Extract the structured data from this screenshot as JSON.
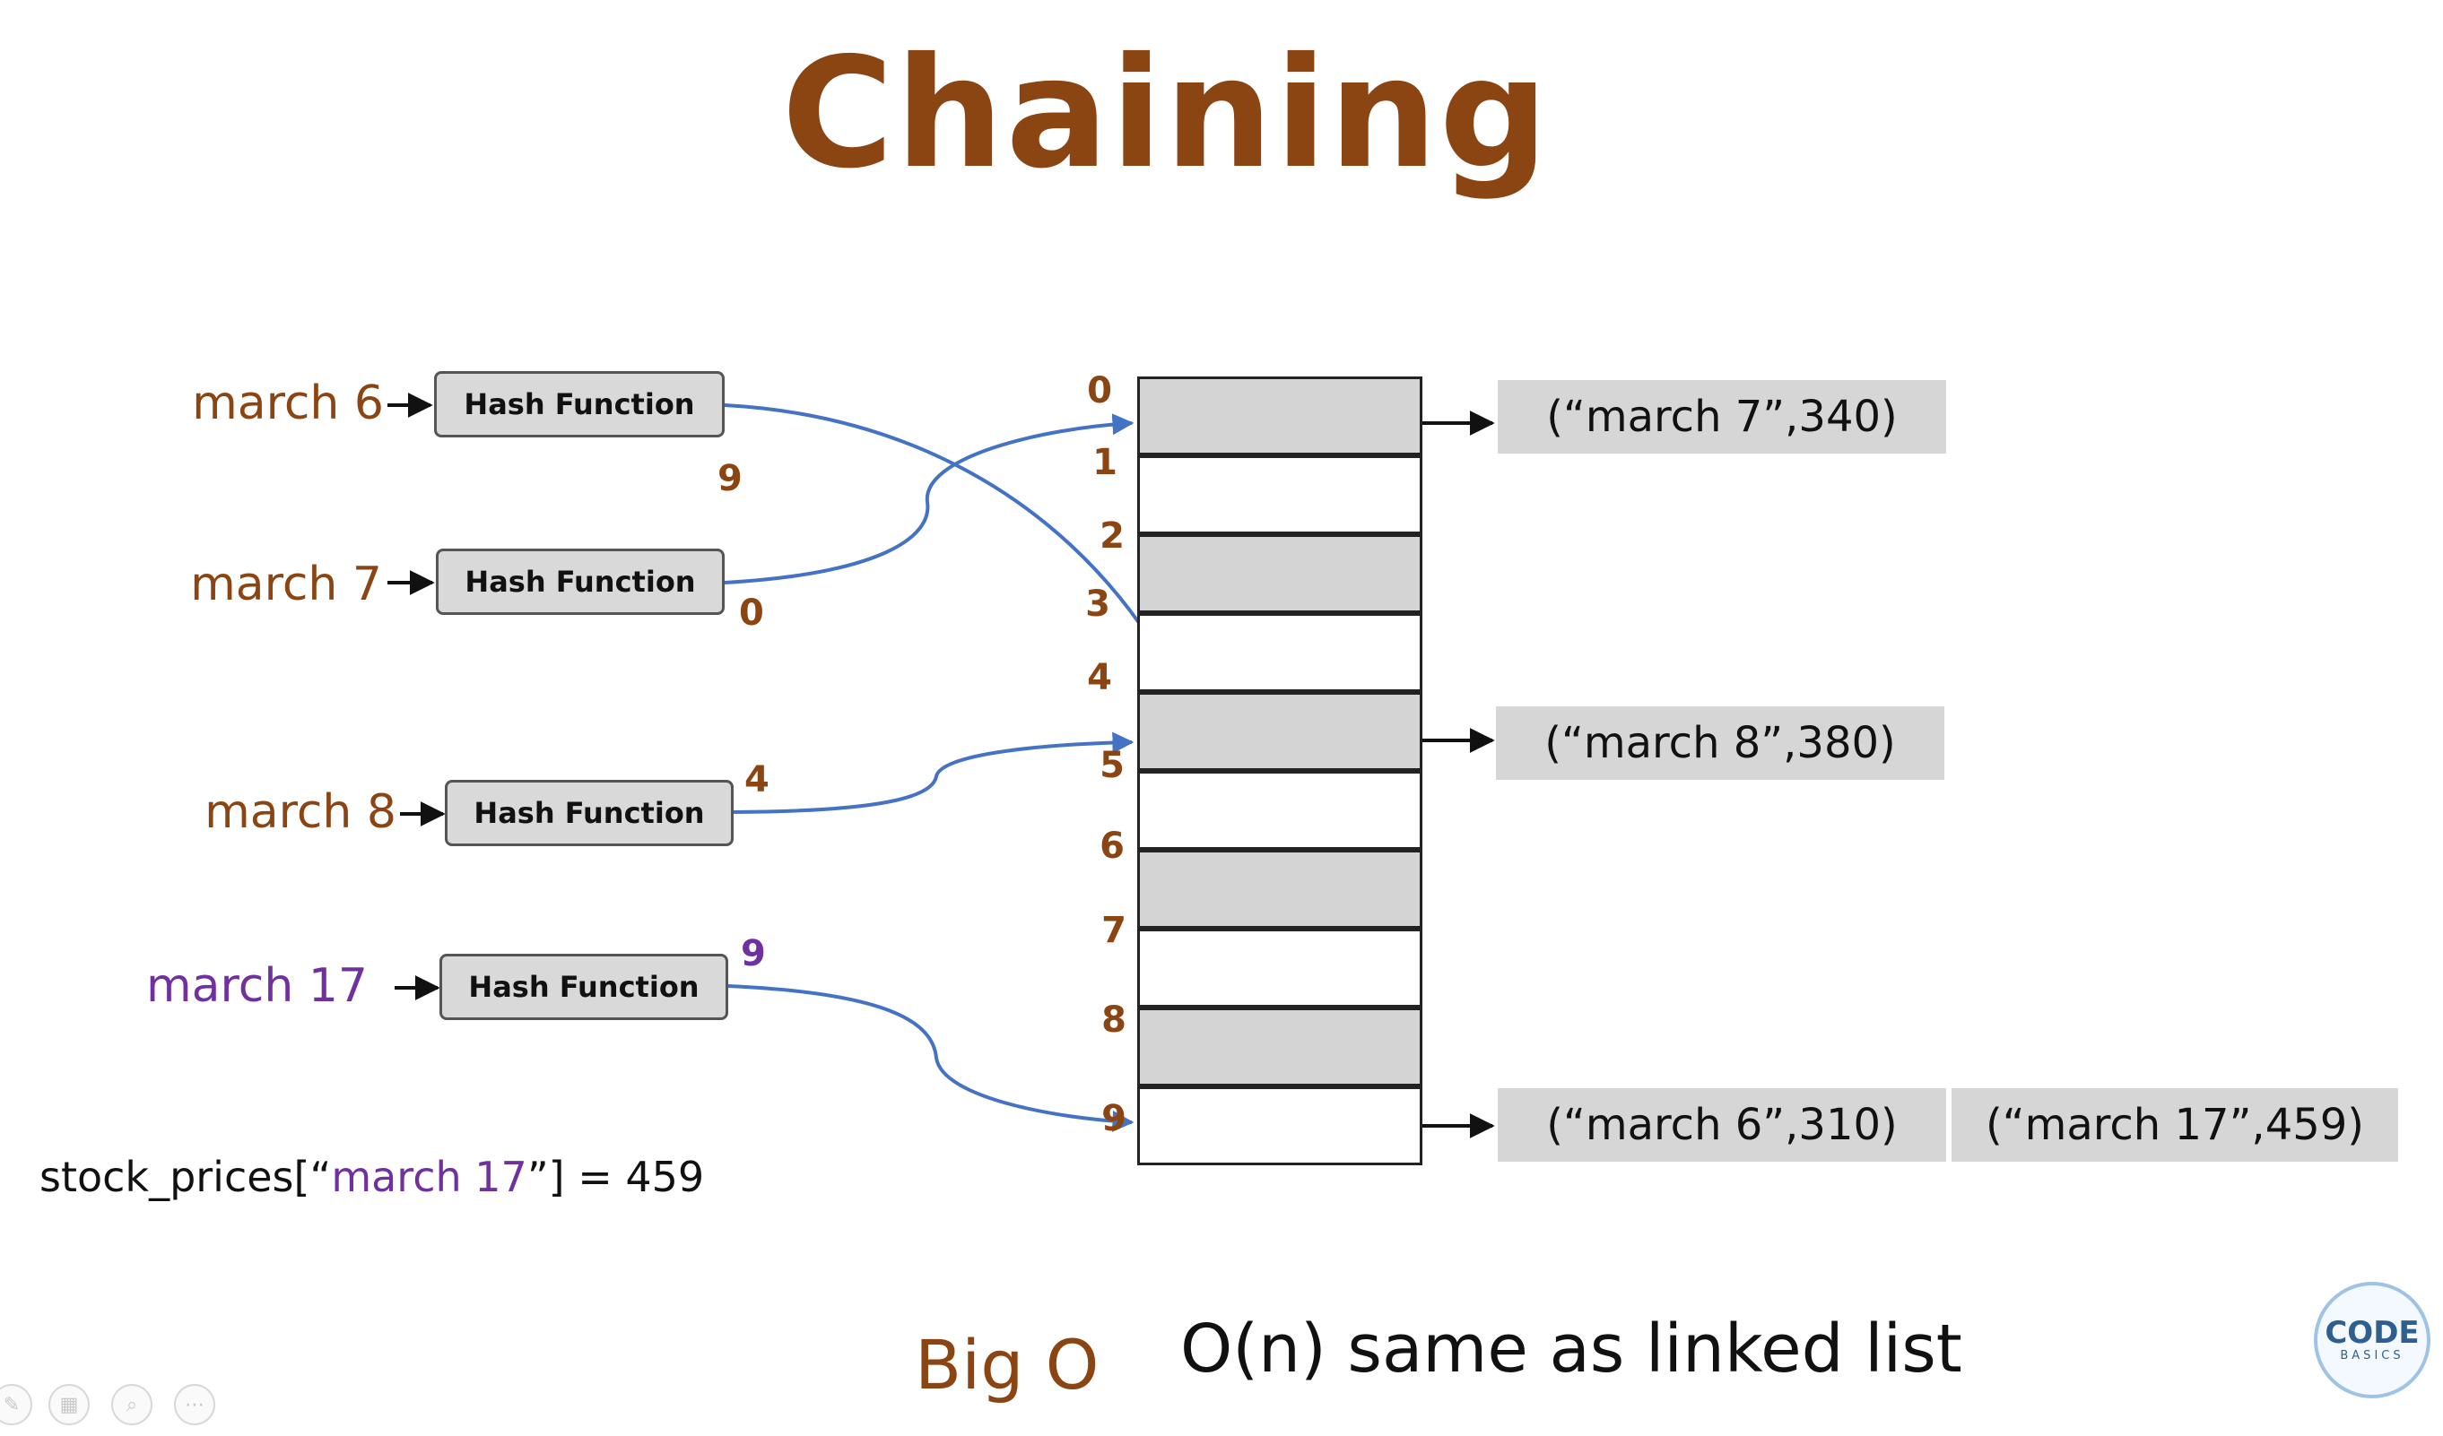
{
  "title": "Chaining",
  "keys": [
    {
      "label": "march 6",
      "hash_output": "9",
      "color": "#8b4513"
    },
    {
      "label": "march 7",
      "hash_output": "0",
      "color": "#8b4513"
    },
    {
      "label": "march 8",
      "hash_output": "4",
      "color": "#8b4513"
    },
    {
      "label": "march 17",
      "hash_output": "9",
      "color": "#7030a0"
    }
  ],
  "hash_function_label": "Hash Function",
  "buckets": [
    {
      "index": "0",
      "filled": true
    },
    {
      "index": "1",
      "filled": false
    },
    {
      "index": "2",
      "filled": true
    },
    {
      "index": "3",
      "filled": false
    },
    {
      "index": "4",
      "filled": true
    },
    {
      "index": "5",
      "filled": false
    },
    {
      "index": "6",
      "filled": true
    },
    {
      "index": "7",
      "filled": false
    },
    {
      "index": "8",
      "filled": true
    },
    {
      "index": "9",
      "filled": false
    }
  ],
  "chains": {
    "bucket0": [
      "(“march 7”,340)"
    ],
    "bucket4": [
      "(“march 8”,380)"
    ],
    "bucket9": [
      "(“march 6”,310)",
      "(“march 17”,459)"
    ]
  },
  "code": {
    "prefix": "stock_prices[“",
    "key": "march 17",
    "suffix": "”] = 459"
  },
  "big_o": {
    "label": "Big O",
    "text": "O(n) same as linked list"
  },
  "logo": {
    "main": "CODE",
    "sub": "BASICS"
  },
  "colors": {
    "title": "#8b4513",
    "highlight": "#7030a0",
    "arrow_curve": "#4472c4",
    "bucket_fill": "#d4d4d4",
    "entry_fill": "#d6d6d6"
  }
}
